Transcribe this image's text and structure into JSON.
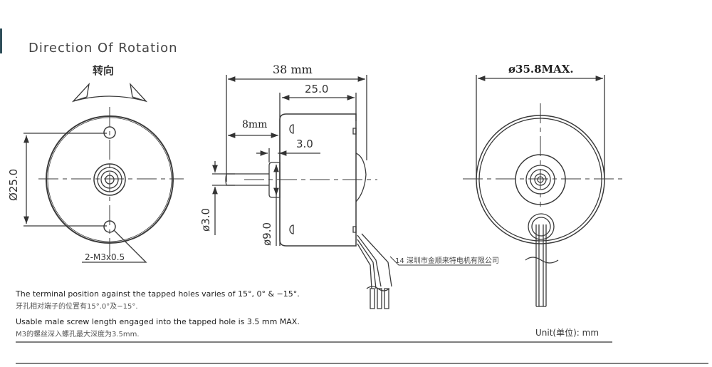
{
  "diagram": {
    "title": "Direction Of Rotation",
    "title_cn": "转向",
    "front_view": {
      "diameter_label": "Ø25.0",
      "screw_label": "2-M3x0.5"
    },
    "side_view": {
      "overall_length": "38   mm",
      "body_length": "25.0",
      "shaft_length": "8mm",
      "boss_length": "3.0",
      "shaft_diameter": "ø3.0",
      "boss_diameter": "ø9.0",
      "wire_label": "14 深圳市金顺来特电机有限公司"
    },
    "rear_view": {
      "max_diameter": "ø35.8MAX."
    },
    "notes": [
      {
        "en": "The terminal position against the tapped holes varies of 15°, 0° & −15°.",
        "cn": "牙孔相对端子的位置有15°.0°及−15°."
      },
      {
        "en": "Usable male screw length engaged into the tapped hole is 3.5 mm MAX.",
        "cn": "M3的螺丝深入螺孔最大深度为3.5mm."
      }
    ],
    "unit_label": "Unit(单位): mm"
  },
  "colors": {
    "line": "#3a3a3a",
    "text": "#222222",
    "edge_accent": "#2f4f5a",
    "background": "#ffffff"
  }
}
